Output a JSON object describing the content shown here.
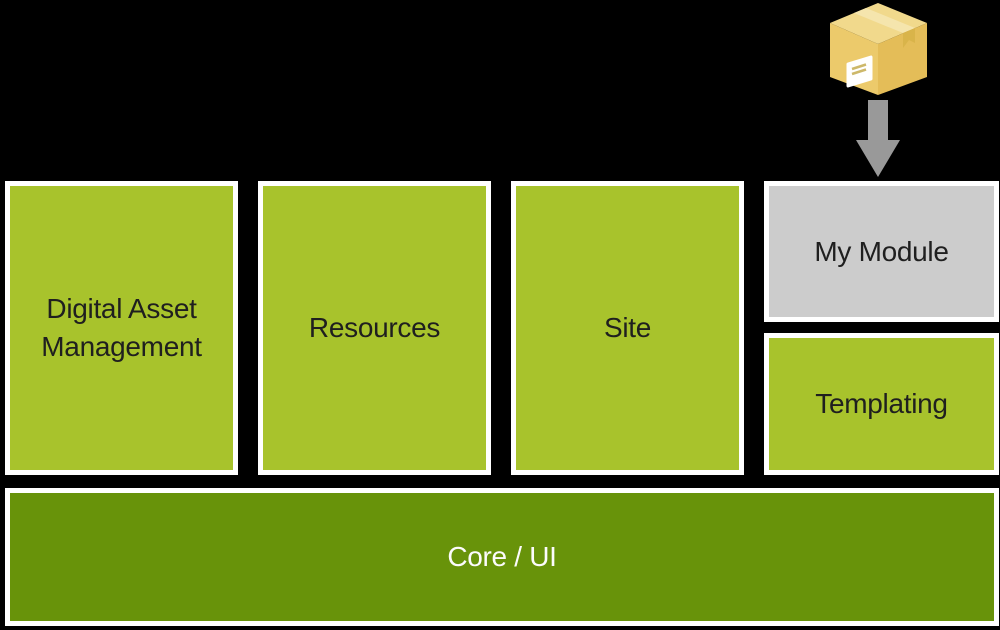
{
  "diagram": {
    "modules": [
      {
        "label": "Digital Asset Management"
      },
      {
        "label": "Resources"
      },
      {
        "label": "Site"
      },
      {
        "label": "My Module"
      },
      {
        "label": "Templating"
      }
    ],
    "base": {
      "label": "Core / UI"
    },
    "icons": {
      "package": "package-box-icon",
      "arrow": "down-arrow-icon"
    },
    "colors": {
      "background": "#000000",
      "module_green": "#a8c32c",
      "core_green": "#68930a",
      "custom_module_gray": "#cccccc",
      "border_white": "#ffffff",
      "text_dark": "#1f1f1f",
      "text_light": "#fcfcfc",
      "arrow_gray": "#999999",
      "package_top": "#f1d98c",
      "package_left": "#ecca6b",
      "package_right": "#e4bd58",
      "package_tape": "#f5e5ad",
      "package_tape_fold": "#d9b44a",
      "package_label": "#ffffff",
      "package_label_lines": "#cdb86a"
    }
  }
}
